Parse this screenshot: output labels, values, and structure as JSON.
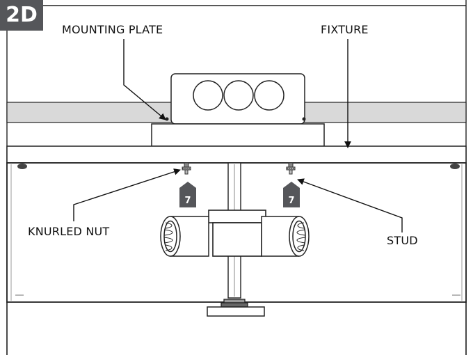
{
  "step": "2D",
  "labels": {
    "mounting_plate": "MOUNTING PLATE",
    "fixture": "FIXTURE",
    "knurled_nut": "KNURLED NUT",
    "stud": "STUD"
  },
  "callouts": {
    "left": "7",
    "right": "7"
  },
  "colors": {
    "line": "#222222",
    "ceiling": "#d9d9d9",
    "badge": "#55565a"
  }
}
